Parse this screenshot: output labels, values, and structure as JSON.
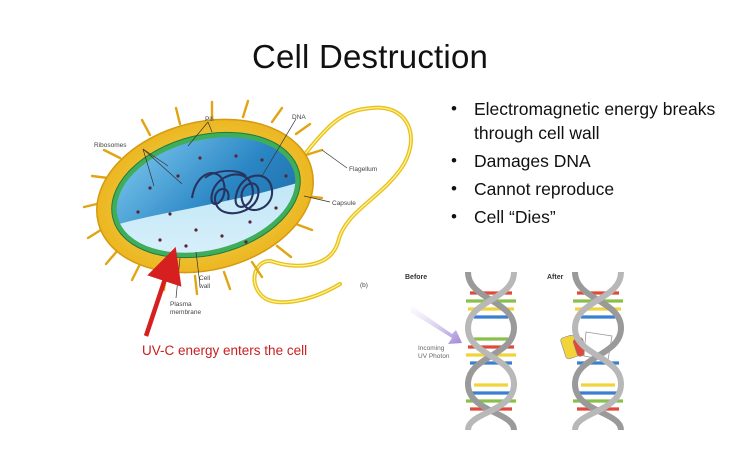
{
  "slide": {
    "title": "Cell Destruction",
    "bullets": [
      "Electromagnetic energy breaks through cell wall",
      "Damages DNA",
      "Cannot reproduce",
      "Cell “Dies”"
    ]
  },
  "cell_diagram": {
    "labels": {
      "pili": "Pili",
      "dna": "DNA",
      "ribosomes": "Ribosomes",
      "flagellum": "Flagellum",
      "capsule": "Capsule",
      "cell_wall_1": "Cell",
      "cell_wall_2": "wall",
      "plasma_membrane_1": "Plasma",
      "plasma_membrane_2": "membrane",
      "scale": "(b)"
    },
    "caption": "UV-C energy enters the cell",
    "colors": {
      "arrow": "#d62020",
      "capsule": "#f0c419",
      "cytoplasm": "#2f8fc9"
    }
  },
  "dna_diagram": {
    "before_label": "Before",
    "after_label": "After",
    "photon_label_1": "Incoming",
    "photon_label_2": "UV Photon"
  }
}
